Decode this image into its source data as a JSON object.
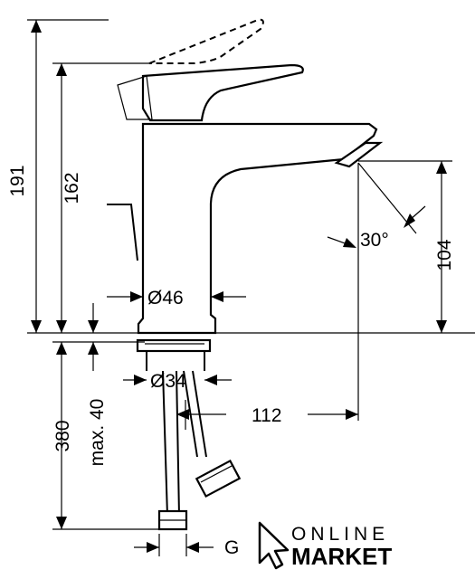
{
  "dimensions": {
    "total_height": "191",
    "body_height": "162",
    "spout_height": "104",
    "spout_angle": "30°",
    "base_diameter": "Ø46",
    "hole_diameter": "Ø34",
    "reach": "112",
    "below_deck": "380",
    "max_thickness": "max. 40",
    "connection": "G"
  },
  "logo": {
    "line1": "ONLINE",
    "line2": "MARKET"
  }
}
